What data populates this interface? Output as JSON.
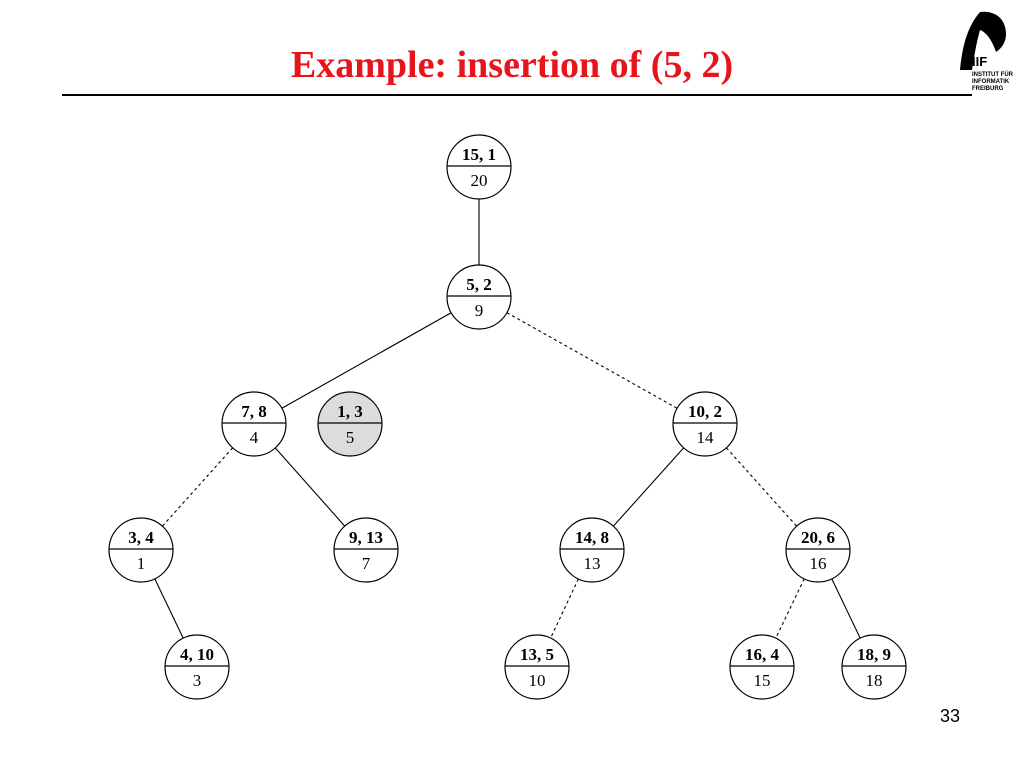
{
  "slide": {
    "title": "Example: insertion of (5, 2)",
    "page_number": "33",
    "logo": {
      "name": "IIF Institut für Informatik Freiburg logo",
      "text_lines": [
        "IIF",
        "INSTITUT FÜR",
        "INFORMATIK",
        "FREIBURG"
      ],
      "color": "#000000"
    }
  },
  "tree": {
    "nodes": [
      {
        "id": "n15_1",
        "key": "15, 1",
        "value": "20",
        "shaded": false
      },
      {
        "id": "n5_2",
        "key": "5, 2",
        "value": "9",
        "shaded": false
      },
      {
        "id": "n7_8",
        "key": "7, 8",
        "value": "4",
        "shaded": false
      },
      {
        "id": "n1_3",
        "key": "1, 3",
        "value": "5",
        "shaded": true
      },
      {
        "id": "n10_2",
        "key": "10, 2",
        "value": "14",
        "shaded": false
      },
      {
        "id": "n3_4",
        "key": "3, 4",
        "value": "1",
        "shaded": false
      },
      {
        "id": "n9_13",
        "key": "9, 13",
        "value": "7",
        "shaded": false
      },
      {
        "id": "n14_8",
        "key": "14, 8",
        "value": "13",
        "shaded": false
      },
      {
        "id": "n20_6",
        "key": "20, 6",
        "value": "16",
        "shaded": false
      },
      {
        "id": "n4_10",
        "key": "4, 10",
        "value": "3",
        "shaded": false
      },
      {
        "id": "n13_5",
        "key": "13, 5",
        "value": "10",
        "shaded": false
      },
      {
        "id": "n16_4",
        "key": "16, 4",
        "value": "15",
        "shaded": false
      },
      {
        "id": "n18_9",
        "key": "18, 9",
        "value": "18",
        "shaded": false
      }
    ],
    "edges": [
      {
        "from": "n15_1",
        "to": "n5_2",
        "style": "solid"
      },
      {
        "from": "n5_2",
        "to": "n7_8",
        "style": "solid"
      },
      {
        "from": "n5_2",
        "to": "n10_2",
        "style": "dashed"
      },
      {
        "from": "n7_8",
        "to": "n3_4",
        "style": "dashed"
      },
      {
        "from": "n7_8",
        "to": "n9_13",
        "style": "solid"
      },
      {
        "from": "n3_4",
        "to": "n4_10",
        "style": "solid"
      },
      {
        "from": "n10_2",
        "to": "n14_8",
        "style": "solid"
      },
      {
        "from": "n10_2",
        "to": "n20_6",
        "style": "dashed"
      },
      {
        "from": "n14_8",
        "to": "n13_5",
        "style": "dashed"
      },
      {
        "from": "n20_6",
        "to": "n16_4",
        "style": "dashed"
      },
      {
        "from": "n20_6",
        "to": "n18_9",
        "style": "solid"
      }
    ],
    "colors": {
      "title": "#e8141c",
      "highlighted_node_fill": "#dcdcdc",
      "node_fill": "#ffffff",
      "line": "#000000"
    }
  }
}
